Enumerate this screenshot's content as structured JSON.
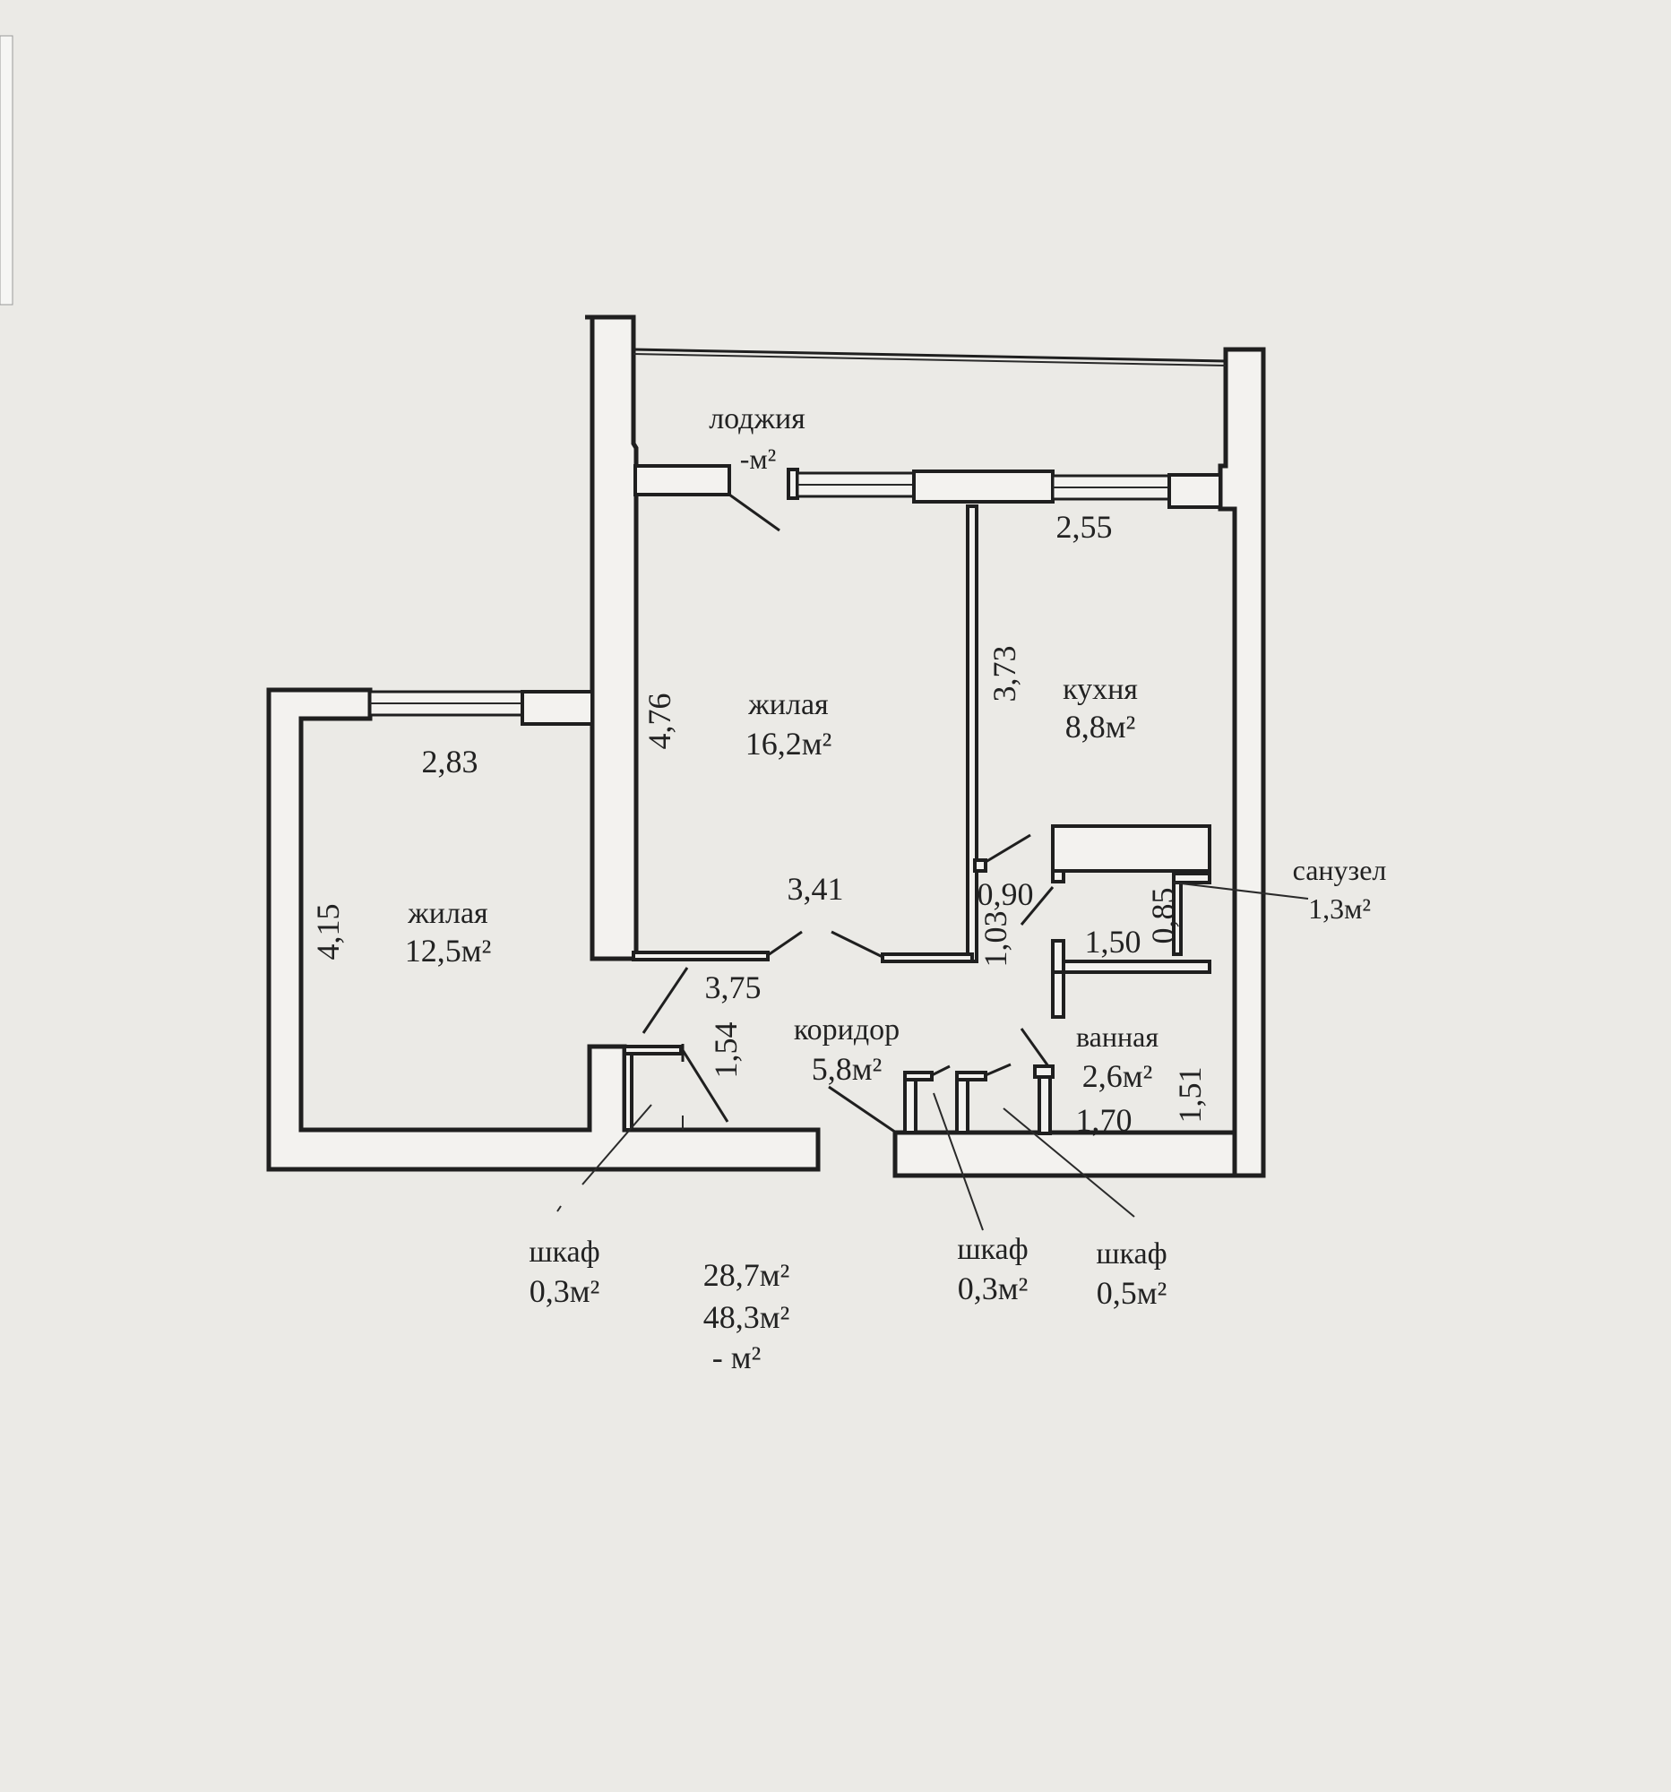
{
  "rooms": {
    "loggia": {
      "name": "лоджия",
      "area": "-м²"
    },
    "living_large": {
      "name": "жилая",
      "area": "16,2м²"
    },
    "kitchen": {
      "name": "кухня",
      "area": "8,8м²"
    },
    "living_small": {
      "name": "жилая",
      "area": "12,5м²"
    },
    "wc": {
      "name": "санузел",
      "area": "1,3м²"
    },
    "bathroom": {
      "name": "ванная",
      "area": "2,6м²"
    },
    "corridor": {
      "name": "коридор",
      "area": "5,8м²"
    },
    "closet_1": {
      "name": "шкаф",
      "area": "0,3м²"
    },
    "closet_2": {
      "name": "шкаф",
      "area": "0,3м²"
    },
    "closet_3": {
      "name": "шкаф",
      "area": "0,5м²"
    }
  },
  "dimensions": {
    "kitchen_width": "2,55",
    "kitchen_height": "3,73",
    "living_large_height": "4,76",
    "living_large_width": "3,41",
    "living_small_width": "2,83",
    "living_small_height": "4,15",
    "corridor_width": "3,75",
    "corridor_depth": "1,54",
    "door_kitchen": "0,90",
    "door_wc": "1,03",
    "wc_width": "1,50",
    "wc_depth": "0,85",
    "bath_width": "1,70",
    "bath_depth": "1,51"
  },
  "totals": {
    "living_area": "28,7м²",
    "total_area": "48,3м²",
    "extra_area": "- м²"
  }
}
